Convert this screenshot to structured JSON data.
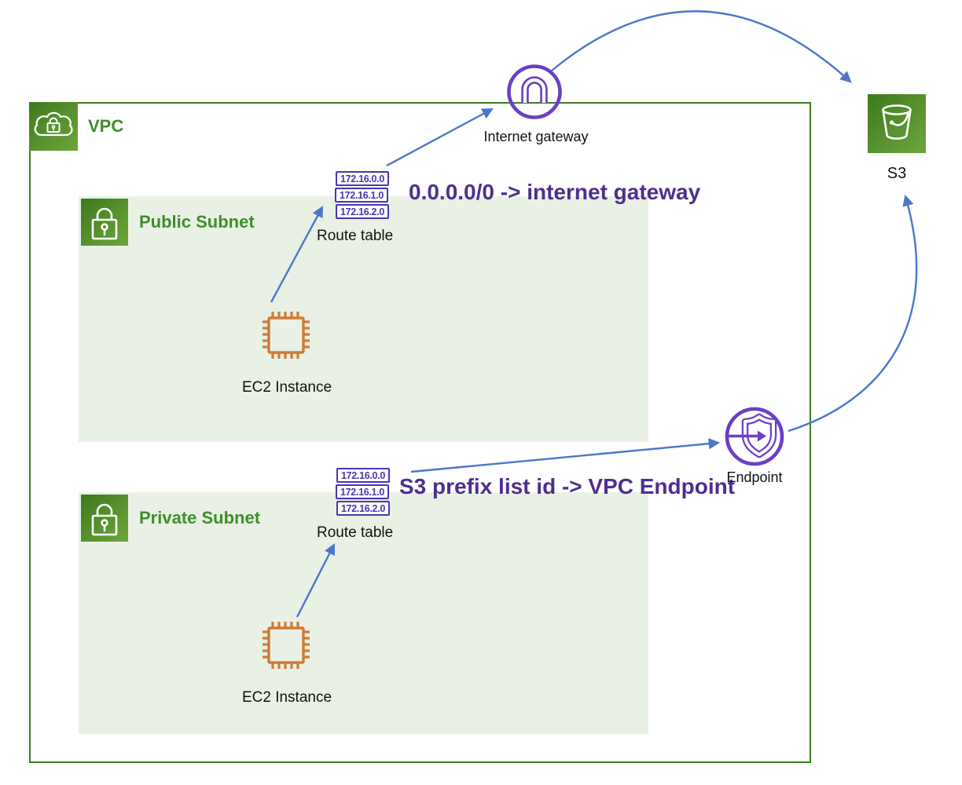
{
  "colors": {
    "green_border": "#3E7D20",
    "green_label": "#3F8E28",
    "subnet_fill": "#E9F1E5",
    "icon_green_dark": "#3D7A1D",
    "icon_green_light": "#6CA63C",
    "purple_icon": "#6B3EC7",
    "purple_dark": "#4F2D8F",
    "route_box": "#4B33B4",
    "arrow_blue": "#4B76C9",
    "ec2_orange": "#CF7A35"
  },
  "vpc": {
    "label": "VPC"
  },
  "subnets": {
    "public": {
      "label": "Public Subnet"
    },
    "private": {
      "label": "Private Subnet"
    }
  },
  "nodes": {
    "internet_gateway": {
      "label": "Internet gateway"
    },
    "s3": {
      "label": "S3"
    },
    "endpoint": {
      "label": "Endpoint"
    },
    "ec2_public": {
      "label": "EC2 Instance"
    },
    "ec2_private": {
      "label": "EC2 Instance"
    }
  },
  "route_tables": {
    "public": {
      "label": "Route table",
      "entries": [
        "172.16.0.0",
        "172.16.1.0",
        "172.16.2.0"
      ]
    },
    "private": {
      "label": "Route table",
      "entries": [
        "172.16.0.0",
        "172.16.1.0",
        "172.16.2.0"
      ]
    }
  },
  "annotations": {
    "public_route": "0.0.0.0/0 -> internet gateway",
    "private_route": "S3 prefix list id -> VPC Endpoint"
  }
}
